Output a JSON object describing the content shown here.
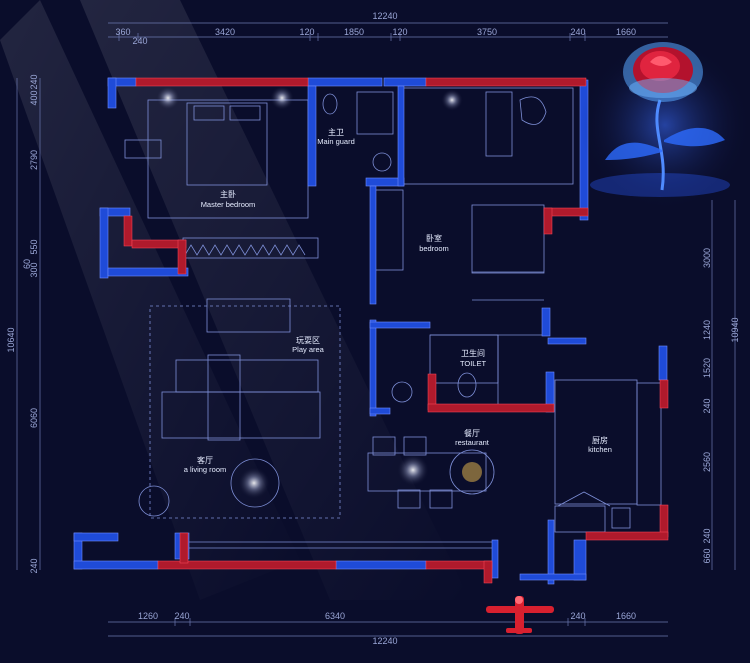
{
  "colors": {
    "background": "#0a0d2b",
    "wall_blue": "#1f4bd8",
    "wall_red": "#b01a2c",
    "line": "#7d8ed6",
    "text": "#e6ecff",
    "dim": "#9aa6d6"
  },
  "dimensions": {
    "top_total": "12240",
    "top_segments": [
      "360",
      "240",
      "3420",
      "120",
      "1850",
      "120",
      "3750",
      "240",
      "1660"
    ],
    "bottom_total": "12240",
    "bottom_segments": [
      "1260",
      "240",
      "6340",
      "240",
      "1660"
    ],
    "left_total": "10640",
    "left_segments": [
      "240",
      "400",
      "2790",
      "550",
      "60",
      "300",
      "6060",
      "240"
    ],
    "right_total": "10940",
    "right_segments": [
      "3000",
      "1240",
      "1520",
      "240",
      "2560",
      "240",
      "660"
    ]
  },
  "rooms": [
    {
      "zh": "主卧",
      "en": "Master bedroom"
    },
    {
      "zh": "主卫",
      "en": "Main guard"
    },
    {
      "zh": "卧室",
      "en": "bedroom"
    },
    {
      "zh": "玩耍区",
      "en": "Play area"
    },
    {
      "zh": "卫生间",
      "en": "TOILET"
    },
    {
      "zh": "餐厅",
      "en": "restaurant"
    },
    {
      "zh": "厨房",
      "en": "kitchen"
    },
    {
      "zh": "客厅",
      "en": "a living room"
    }
  ],
  "decorations": [
    "rose-icon",
    "airplane-icon",
    "pendant-lamp-icon"
  ]
}
